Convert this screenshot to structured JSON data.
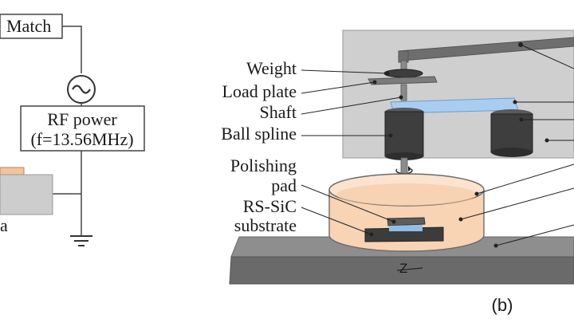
{
  "panel_a": {
    "match_label": "Match",
    "rf_power_line1": "RF power",
    "rf_power_line2": "(f=13.56MHz)",
    "cut_label": "a"
  },
  "panel_b": {
    "labels": {
      "weight": "Weight",
      "load_plate": "Load plate",
      "shaft": "Shaft",
      "ball_spline": "Ball spline",
      "polishing_line1": "Polishing",
      "polishing_line2": "pad",
      "substrate_line1": "RS-SiC",
      "substrate_line2": "substrate",
      "axis_z": "Z"
    },
    "caption": "(b)"
  },
  "colors": {
    "frame_bg": "#cfcfcf",
    "frame_stroke": "#9a9a9a",
    "arm": "#6b6b6b",
    "dark_block": "#3a3a3a",
    "blue_plate": "#a9cdf0",
    "slurry": "#f7c9a3",
    "base_top": "#8e8e8e",
    "base_side": "#5f5f5f",
    "line": "#333333"
  }
}
